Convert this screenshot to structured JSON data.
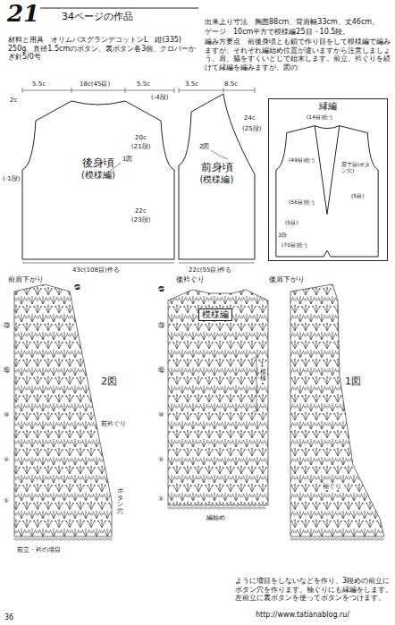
{
  "diagram": {
    "title": "21",
    "nodes": [
      {
        "text": [
          "後身頃",
          "(模様編)"
        ]
      },
      {
        "text": [
          "前身頃",
          "(模様編)"
        ]
      },
      {
        "text": [
          "縁編"
        ]
      }
    ],
    "labels": [
      "34ページの作品",
      "材料と用具　オリムパスグランデコットンL　紺(335) 250g、直径1.5cmのボタン、裏ボタン各3個、クロバーかぎ針5/0号",
      "出来上り寸法　胸囲88cm、背肩幅33cm、丈46cm。",
      "ゲージ　10cm平方で模様編25目・10.5段。",
      "編み方要点　前後身頃とも鎖で作り目をして模様編で編みますが、それぞれ編始め位置が違いますから注意しましょう。肩、脇をすくいとじで始末します。前立、衿ぐりを続けて縁編を編みますが、図の",
      "5.5c",
      "18c(45目)",
      "5.5c",
      "2c",
      "(-1段)",
      "(-4段)",
      "20c",
      "(21段)",
      "22c",
      "(23段)",
      "43c(108目)作る",
      "1図",
      "3.5c",
      "8.5c",
      "24c",
      "(25段)",
      "2図",
      "22c(55目)作る",
      "(14目)拾う",
      "(49目)拾う",
      "原寸目(ボタン穴)",
      "(5目)",
      "(56目)拾う",
      "(5目)",
      "3段",
      "(70目)拾う",
      "前肩下がり",
      "後衿ぐり",
      "後肩下がり",
      "2図",
      "前衿ぐり",
      "模様編",
      "1図",
      "袖ぐり",
      "前立・衿の増目",
      "ボタン穴",
      "1模様",
      "編始め",
      "36",
      "ように増目をしないなどを作り、3段めの前立にボタン穴を作ります。袖ぐりにも縁編をします。左前立に裏ボタンを使ってボタンをつけます。",
      "http://www.tatianablog.ru/",
      "㉕",
      "⑳",
      "⑮",
      "⑩",
      "⑤",
      "①",
      "㉕",
      "⑳",
      "⑮",
      "⑩",
      "⑤",
      "①"
    ]
  }
}
